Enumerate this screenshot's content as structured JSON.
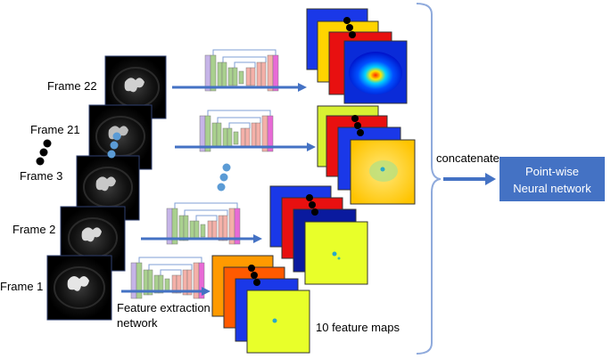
{
  "frames": [
    {
      "label": "Frame 22"
    },
    {
      "label": "Frame 21"
    },
    {
      "label": "Frame 3"
    },
    {
      "label": "Frame 2"
    },
    {
      "label": "Frame 1"
    }
  ],
  "feature_extraction_label": [
    "Feature extraction",
    "network"
  ],
  "feature_maps_label": "10 feature maps",
  "concatenate_label": "concatenate",
  "output_box": {
    "lines": [
      "Point-wise",
      "Neural network"
    ],
    "color": "#4472C4"
  },
  "colors": {
    "arrow": "#4472C4",
    "brace": "#8FAADC",
    "ellipsis_blue": "#5B9BD5",
    "ellipsis_black": "#000000"
  }
}
